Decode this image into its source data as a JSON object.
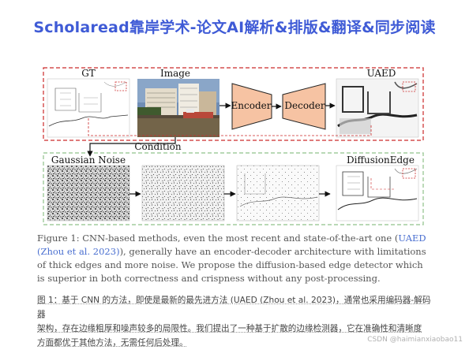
{
  "banner": "Scholaread靠岸学术-论文AI解析&排版&翻译&同步阅读",
  "figure": {
    "gt_label": "GT",
    "image_label": "Image",
    "encoder_label": "Encoder",
    "decoder_label": "Decoder",
    "uaed_label": "UAED",
    "condition_label": "Condition",
    "noise_label": "Gaussian Noise",
    "diffusion_label": "DiffusionEdge",
    "colors": {
      "red_box": "#cc2a2a",
      "green_box": "#8fc28a",
      "encoder_fill": "#f6c3a3",
      "arrow": "#111111"
    }
  },
  "caption": {
    "prefix": "Figure 1: CNN-based methods, even the most recent and state-of-the-art one (",
    "link": "UAED (Zhou et al. 2023)",
    "suffix": "), generally have an encoder-decoder architecture with limitations of thick edges and more noise. We propose the diffusion-based edge detector which is superior in both correctness and crispness without any post-processing."
  },
  "translation": {
    "line1": "图 1：基于 CNN 的方法，即使是最新的最先进方法 (UAED (Zhou et al. 2023)，通常也采用编码器-解码器",
    "line2": "架构，存在边缘粗厚和噪声较多的局限性。我们提出了一种基于扩散的边缘检测器，它在准确性和清晰度",
    "line3": "方面都优于其他方法，无需任何后处理。"
  },
  "watermark": "CSDN @haimianxiaobao11"
}
